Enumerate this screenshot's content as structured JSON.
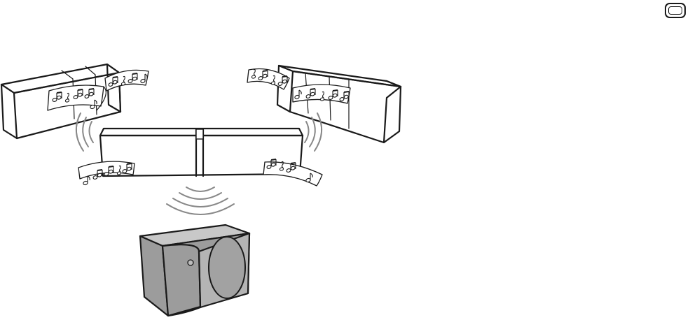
{
  "figure": {
    "subject": "surround-speaker-setup",
    "components": [
      "left-speaker",
      "right-speaker",
      "center-soundbar",
      "subwoofer"
    ],
    "icons": [
      "music-notes-icon",
      "sound-wave-icon",
      "corner-badge-icon"
    ]
  },
  "colors": {
    "outline": "#1a1a1a",
    "wave": "#888888",
    "subwoofer_body": "#9c9c9c",
    "subwoofer_top": "#c8c8c8",
    "background": "#ffffff"
  }
}
